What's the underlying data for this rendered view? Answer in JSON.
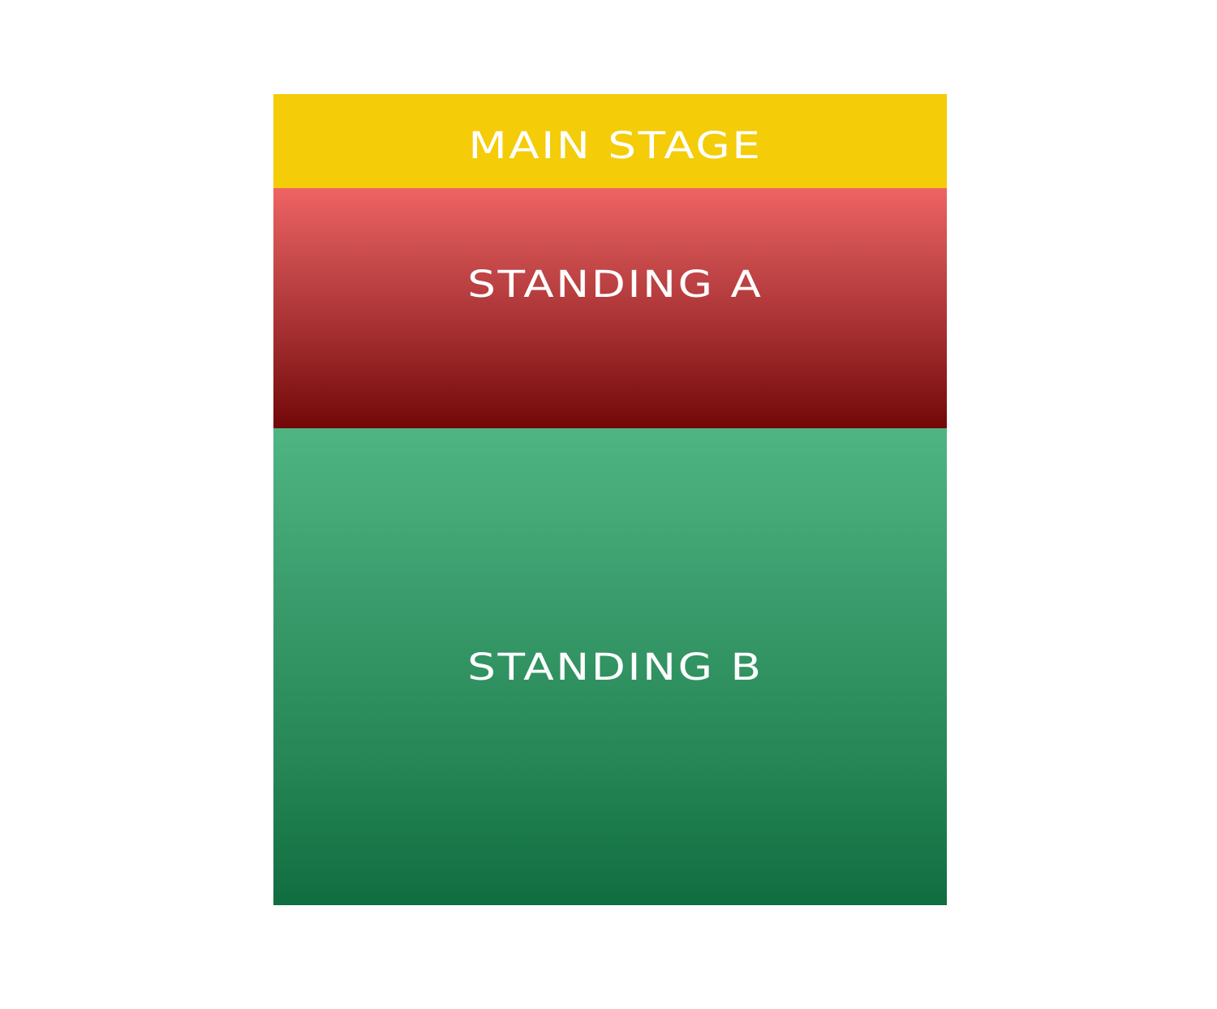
{
  "map": {
    "zones": [
      {
        "id": "main-stage",
        "label": "MAIN STAGE",
        "color": "#f4cc08"
      },
      {
        "id": "standing-a",
        "label": "STANDING A",
        "color_top": "#ef6364",
        "color_bottom": "#720808"
      },
      {
        "id": "standing-b",
        "label": "STANDING B",
        "color_top": "#4fb583",
        "color_bottom": "#106d40"
      }
    ]
  }
}
